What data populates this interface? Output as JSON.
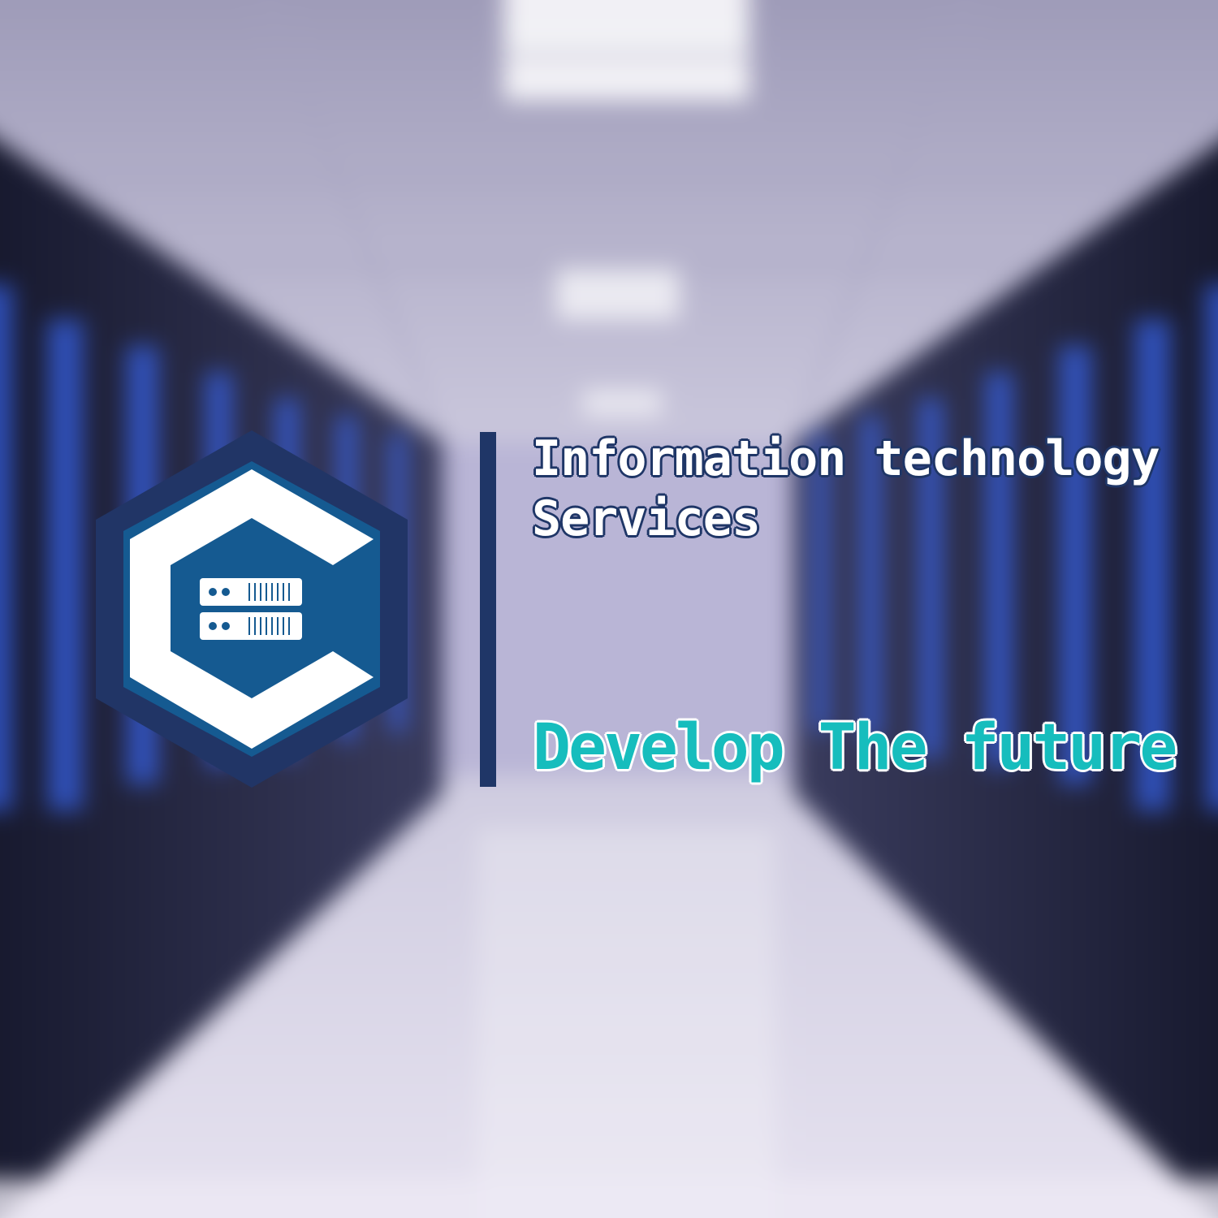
{
  "brand": {
    "logo_icon": "hexagon-c-server-logo",
    "headline_line1": "Information technology",
    "headline_line2": "Services",
    "tagline": "Develop The future ;"
  },
  "colors": {
    "logo_dark": "#213566",
    "logo_mid": "#155a91",
    "logo_white": "#ffffff",
    "divider": "#1f3667",
    "tagline": "#16bdbd"
  }
}
